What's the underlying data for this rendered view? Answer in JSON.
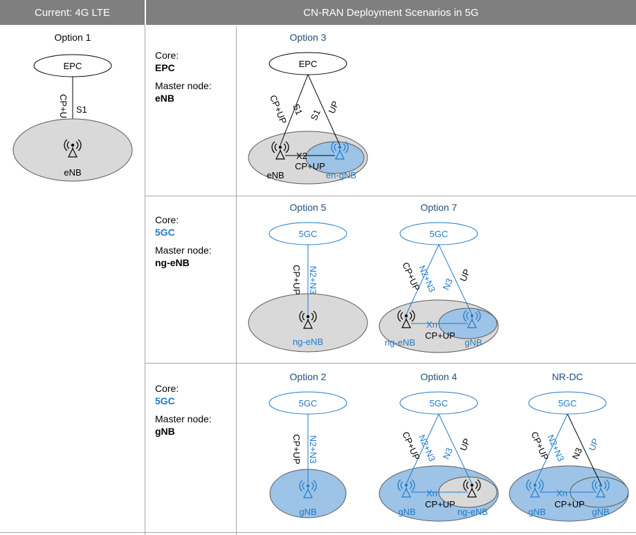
{
  "header": {
    "left": "Current: 4G LTE",
    "right": "CN-RAN Deployment Scenarios in 5G"
  },
  "labels": {
    "core": "Core:",
    "master_node": "Master node:"
  },
  "rows": [
    {
      "core": "EPC",
      "master": "eNB"
    },
    {
      "core": "5GC",
      "master": "ng-eNB"
    },
    {
      "core": "5GC",
      "master": "gNB"
    }
  ],
  "options": {
    "option1": "Option 1",
    "option3": "Option 3",
    "option5": "Option 5",
    "option7": "Option 7",
    "option2": "Option 2",
    "option4": "Option 4",
    "nrdc": "NR-DC"
  },
  "nodes": {
    "epc": "EPC",
    "fivegc": "5GC",
    "enb": "eNB",
    "engnb": "en-gNB",
    "ngenb": "ng-eNB",
    "gnb": "gNB"
  },
  "links": {
    "s1": "S1",
    "cpup": "CP+UP",
    "up": "UP",
    "x2": "X2",
    "xn": "Xn",
    "n2n3": "N2+N3",
    "n3": "N3"
  },
  "colors": {
    "header_bg": "#7f7f7f",
    "accent_blue": "#1f7ac8",
    "dark_blue": "#1f4e79",
    "lte_gray": "#d9d9d9",
    "nr_blue": "#9dc3e6",
    "grid": "#a6a6a6"
  }
}
